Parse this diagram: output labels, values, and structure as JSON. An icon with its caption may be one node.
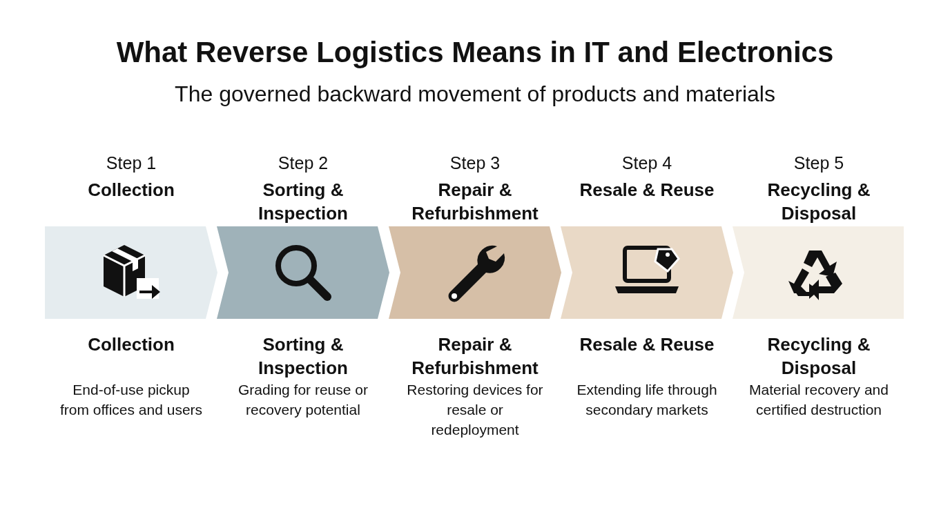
{
  "diagram": {
    "title": "What Reverse Logistics Means in IT and Electronics",
    "caption": "The governed backward movement of products and materials",
    "nodes": [
      {
        "text": [
          "Step 1",
          "Collection",
          "Collection",
          "End-of-use pickup from offices and users"
        ]
      },
      {
        "text": [
          "Step 2",
          "Sorting & Inspection",
          "Sorting & Inspection",
          "Grading for reuse or recovery potential"
        ]
      },
      {
        "text": [
          "Step 3",
          "Repair & Refurbishment",
          "Repair & Refurbishment",
          "Restoring devices for resale or redeployment"
        ]
      },
      {
        "text": [
          "Step 4",
          "Resale & Reuse",
          "Resale & Reuse",
          "Extending life through secondary markets"
        ]
      },
      {
        "text": [
          "Step 5",
          "Recycling & Disposal",
          "Recycling & Disposal",
          "Material recovery and certified destruction"
        ]
      }
    ]
  }
}
